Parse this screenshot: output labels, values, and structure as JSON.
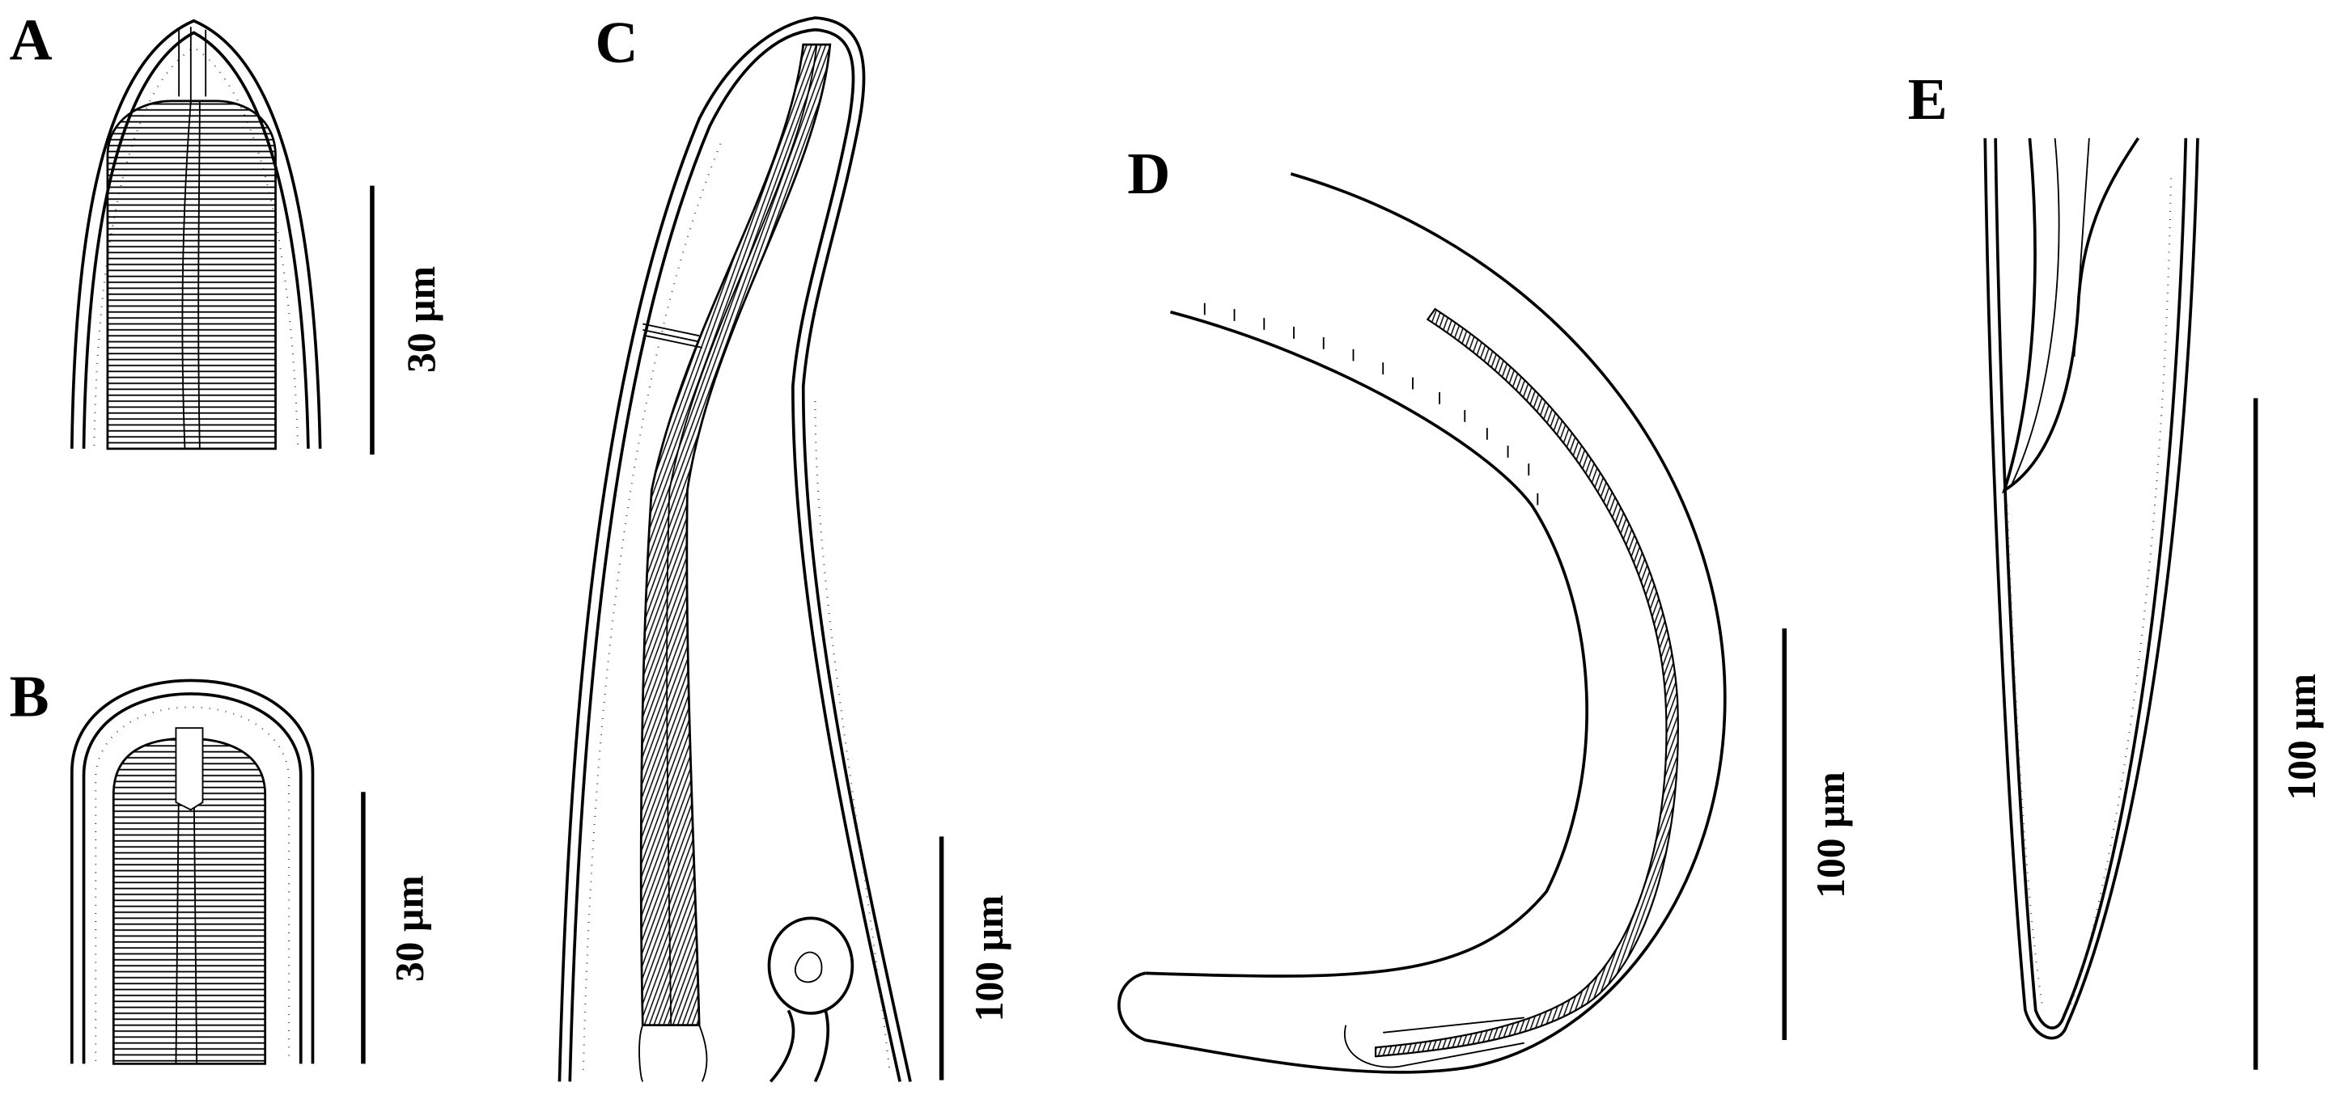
{
  "panels": [
    {
      "label": "A",
      "scale_bar": "30 µm"
    },
    {
      "label": "B",
      "scale_bar": "30 µm"
    },
    {
      "label": "C",
      "scale_bar": "100 µm"
    },
    {
      "label": "D",
      "scale_bar": "100 µm"
    },
    {
      "label": "E",
      "scale_bar": "100 µm"
    }
  ]
}
